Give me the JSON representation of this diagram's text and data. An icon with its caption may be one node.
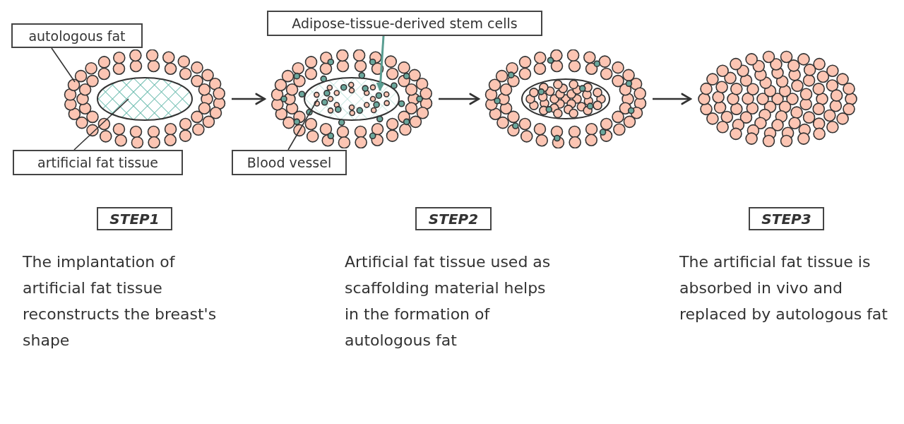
{
  "diagram": {
    "nodes": [
      {
        "text": [
          "autologous fat"
        ]
      },
      {
        "text": [
          "artificial fat tissue"
        ]
      },
      {
        "text": [],
        "shape": "picture"
      },
      {
        "text": [
          "Adipose-tissue-derived stem cells"
        ]
      },
      {
        "text": [
          "Blood vessel"
        ]
      },
      {
        "text": [],
        "shape": "picture"
      },
      {
        "text": [],
        "shape": "picture"
      },
      {
        "text": [],
        "shape": "picture"
      },
      {
        "text": [
          "STEP1"
        ]
      },
      {
        "text": [
          "STEP2"
        ]
      },
      {
        "text": [
          "STEP3"
        ]
      }
    ],
    "edges": [
      {
        "from": 0,
        "to": 2,
        "arrow": "none"
      },
      {
        "from": 1,
        "to": 2,
        "arrow": "none"
      },
      {
        "from": 3,
        "to": 5,
        "arrow": "to",
        "color": "#5a9e92"
      },
      {
        "from": 4,
        "to": 5,
        "arrow": "none"
      },
      {
        "from": 2,
        "to": 5,
        "arrow": "to"
      },
      {
        "from": 5,
        "to": 6,
        "arrow": "to"
      },
      {
        "from": 6,
        "to": 7,
        "arrow": "to"
      }
    ],
    "labels": [
      "The implantation of artificial fat tissue reconstructs the breast's shape",
      "Artificial fat tissue used as scaffolding material helps in the formation of autologous fat",
      "The artificial fat tissue is absorbed in vivo and replaced by autologous fat"
    ]
  }
}
